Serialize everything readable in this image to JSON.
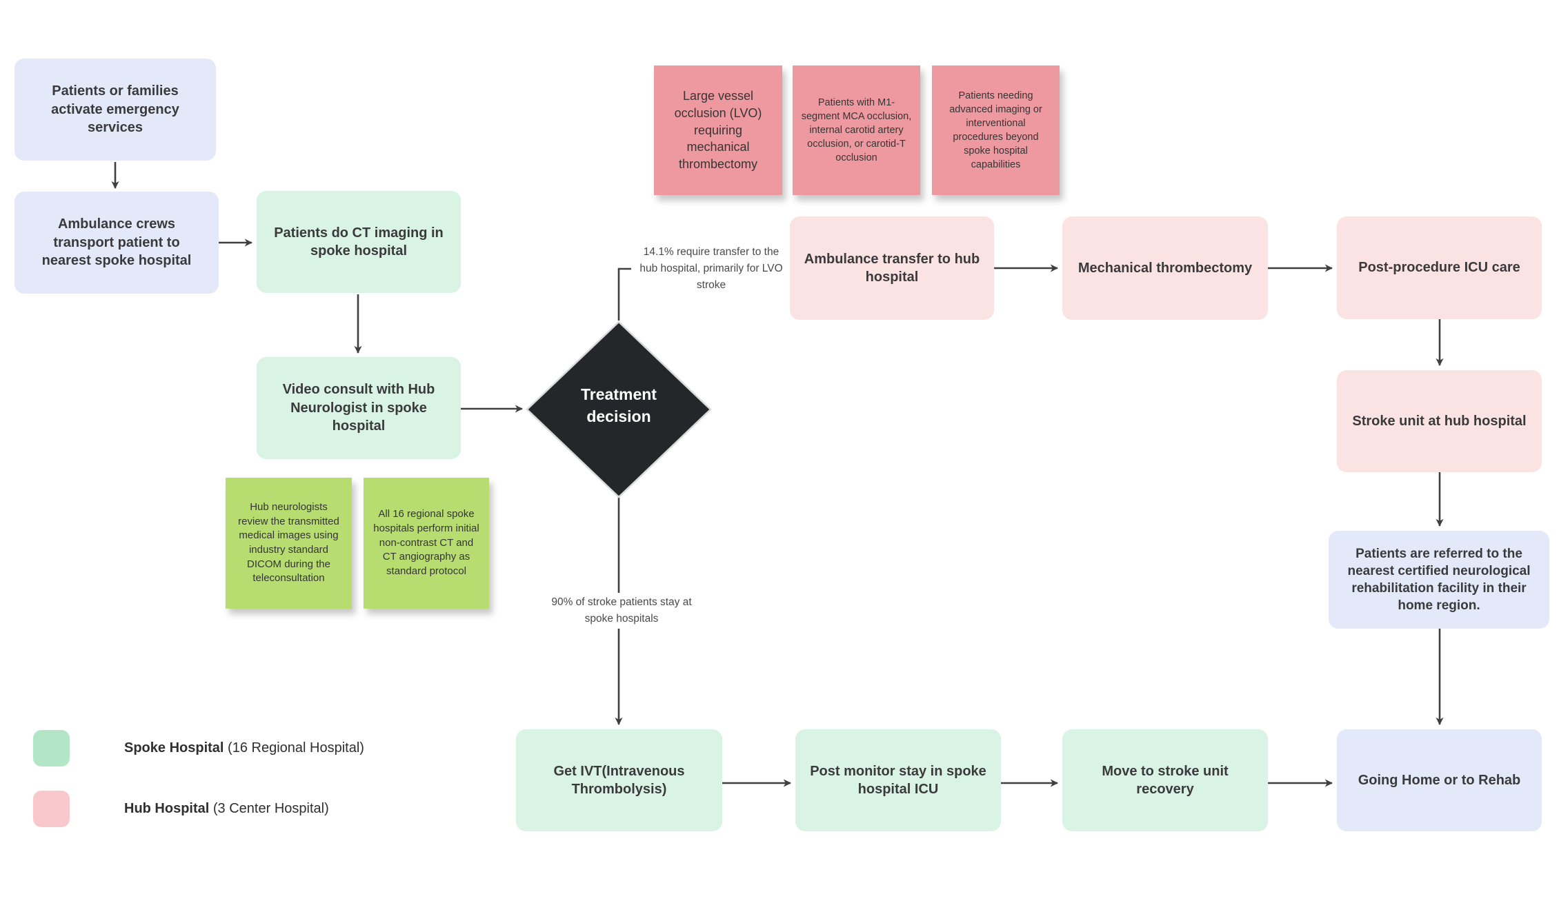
{
  "nodes": {
    "activate_emergency": "Patients or families activate emergency services",
    "ambulance_to_spoke": "Ambulance crews transport patient to nearest spoke hospital",
    "ct_imaging": "Patients do CT imaging in spoke hospital",
    "video_consult": "Video consult with Hub Neurologist in spoke hospital",
    "treatment_decision": "Treatment decision",
    "ambulance_to_hub": "Ambulance transfer to hub hospital",
    "mechanical_thrombectomy": "Mechanical thrombectomy",
    "post_procedure_icu": "Post-procedure ICU care",
    "stroke_unit_hub": "Stroke unit at hub hospital",
    "rehab_referral": "Patients are referred to the nearest certified neurological rehabilitation facility in their home region.",
    "get_ivt": "Get IVT(Intravenous Thrombolysis)",
    "post_monitor_icu": "Post monitor stay in spoke hospital ICU",
    "stroke_unit_recovery": "Move to stroke unit recovery",
    "going_home": "Going Home or to Rehab"
  },
  "sticky_notes": {
    "salmon": [
      "Large vessel occlusion (LVO) requiring mechanical thrombectomy",
      "Patients with M1-segment MCA occlusion, internal carotid artery occlusion, or carotid-T occlusion",
      "Patients needing advanced imaging or interventional procedures beyond spoke hospital capabilities"
    ],
    "green": [
      "Hub neurologists review the transmitted medical images using industry standard DICOM during the teleconsultation",
      "All 16 regional spoke hospitals perform initial non-contrast CT and CT angiography as standard protocol"
    ]
  },
  "edge_labels": {
    "transfer": "14.1% require transfer to the hub hospital, primarily for LVO stroke",
    "stay": "90% of stroke patients stay at spoke hospitals"
  },
  "legend": {
    "spoke_bold": "Spoke Hospital",
    "spoke_rest": " (16 Regional Hospital)",
    "hub_bold": "Hub Hospital",
    "hub_rest": " (3 Center Hospital)"
  },
  "colors": {
    "spoke_node_green": "#d9f3e5",
    "hub_node_pink": "#fbe3e3",
    "endpoint_blue": "#e4e9fa",
    "sticky_salmon": "#ee99a0",
    "sticky_green": "#b7dc6f",
    "decision_diamond": "#24262a",
    "legend_green": "#b2e6c6",
    "legend_pink": "#f9c8cc",
    "arrow": "#3f3f3f"
  }
}
